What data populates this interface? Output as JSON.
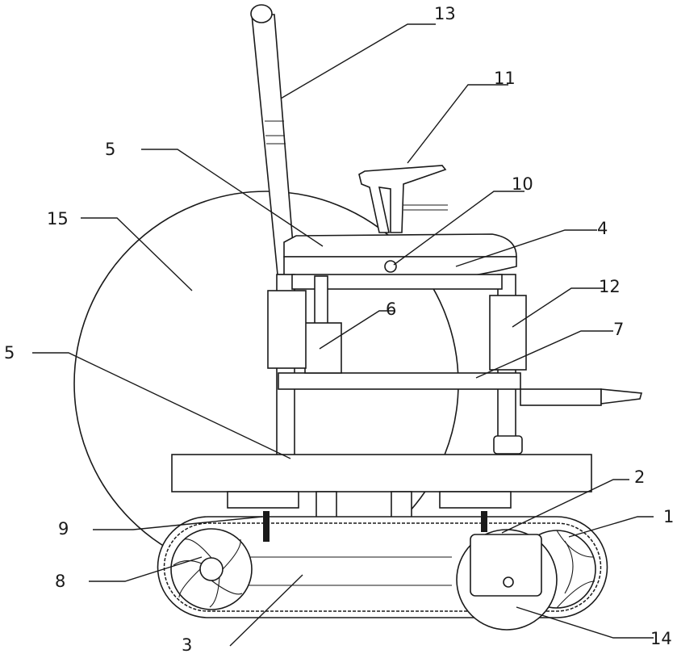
{
  "labels": {
    "l13": "13",
    "l11": "11",
    "l5a": "5",
    "l10": "10",
    "l15": "15",
    "l4": "4",
    "l12": "12",
    "l6": "6",
    "l5b": "5",
    "l7": "7",
    "l2": "2",
    "l1": "1",
    "l9": "9",
    "l8": "8",
    "l3": "3",
    "l14": "14"
  }
}
